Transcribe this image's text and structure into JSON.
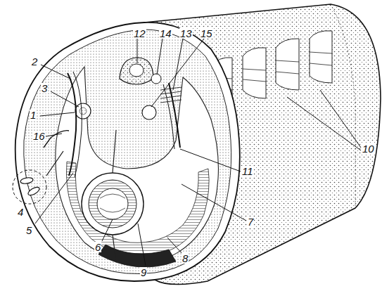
{
  "diagram": {
    "labels": [
      "12",
      "14",
      "13",
      "15",
      "2",
      "3",
      "1",
      "16",
      "4",
      "10",
      "5",
      "11",
      "6",
      "7",
      "9",
      "8"
    ]
  }
}
